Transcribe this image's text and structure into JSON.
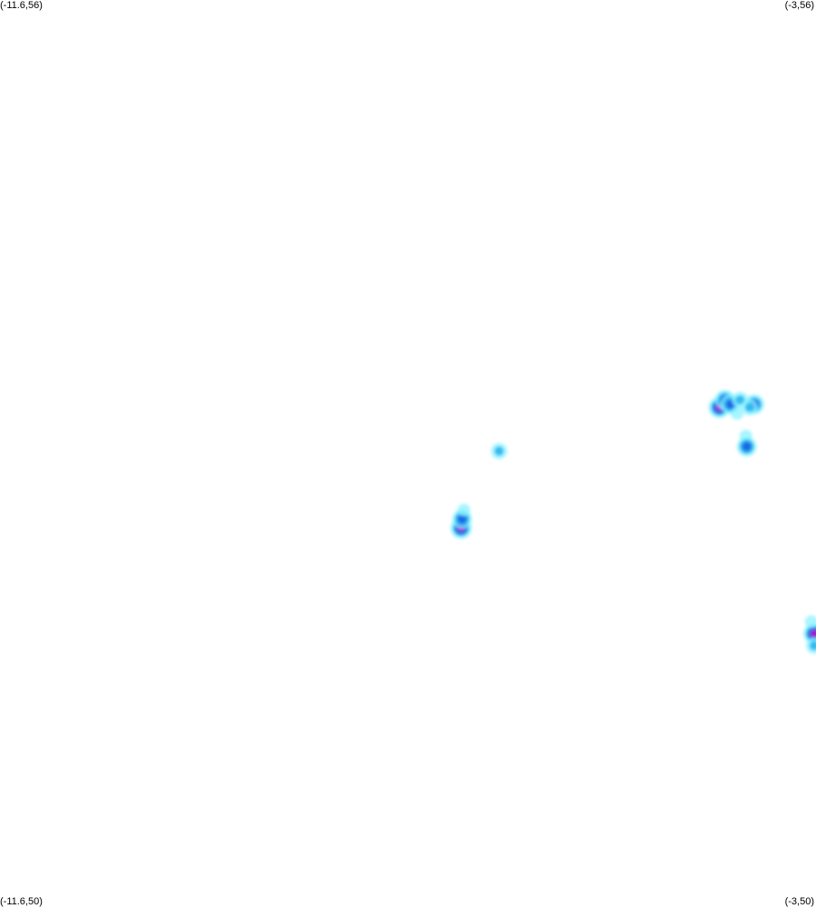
{
  "corners": {
    "top_left": "(-11.6,56)",
    "top_right": "(-3,56)",
    "bottom_left": "(-11.6,50)",
    "bottom_right": "(-3,50)"
  },
  "bounds": {
    "lon_min": -11.6,
    "lon_max": -3,
    "lat_min": 50,
    "lat_max": 56
  },
  "colors": {
    "background": "#ffffff",
    "low": "#8ef3ff",
    "mid": "#28b4f0",
    "high": "#1e5fe6",
    "peak": "#b400c8"
  },
  "hotspots": [
    {
      "lon": -4.02,
      "lat": 53.3,
      "intensity": "peak"
    },
    {
      "lon": -3.96,
      "lat": 53.35,
      "intensity": "high"
    },
    {
      "lon": -3.9,
      "lat": 53.32,
      "intensity": "high"
    },
    {
      "lon": -3.8,
      "lat": 53.35,
      "intensity": "mid"
    },
    {
      "lon": -3.83,
      "lat": 53.26,
      "intensity": "low"
    },
    {
      "lon": -3.65,
      "lat": 53.32,
      "intensity": "high"
    },
    {
      "lon": -3.7,
      "lat": 53.3,
      "intensity": "mid"
    },
    {
      "lon": -3.74,
      "lat": 53.11,
      "intensity": "low"
    },
    {
      "lon": -3.73,
      "lat": 53.04,
      "intensity": "high"
    },
    {
      "lon": -6.34,
      "lat": 53.01,
      "intensity": "mid"
    },
    {
      "lon": -6.74,
      "lat": 52.5,
      "intensity": "peak"
    },
    {
      "lon": -6.73,
      "lat": 52.56,
      "intensity": "high"
    },
    {
      "lon": -6.71,
      "lat": 52.62,
      "intensity": "low"
    },
    {
      "lon": -3.02,
      "lat": 51.8,
      "intensity": "peak"
    },
    {
      "lon": -3.05,
      "lat": 51.88,
      "intensity": "low"
    },
    {
      "lon": -3.02,
      "lat": 51.72,
      "intensity": "mid"
    }
  ]
}
